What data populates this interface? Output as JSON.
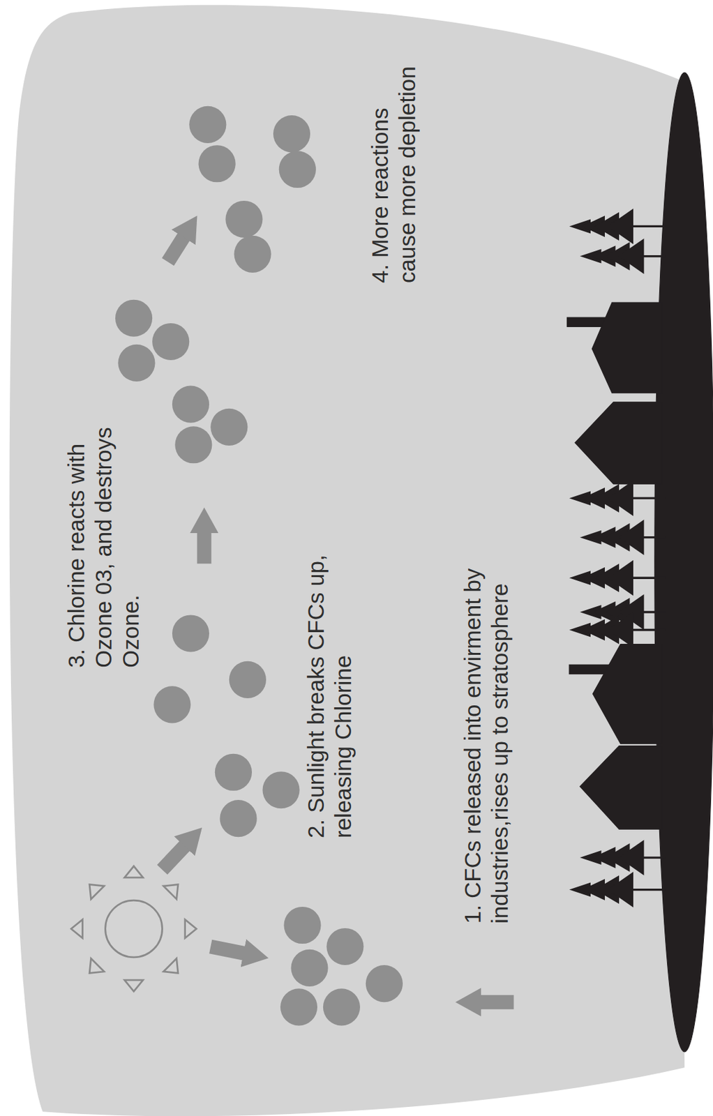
{
  "diagram": {
    "labels": [
      "1. CFCs released into envirment by industries,rises up to stratosphere",
      "2. Sunlight breaks CFCs up, releasing Chlorine",
      "3. Chlorine reacts with Ozone 03, and destroys Ozone.",
      "4. More reactions cause more depletion"
    ]
  }
}
